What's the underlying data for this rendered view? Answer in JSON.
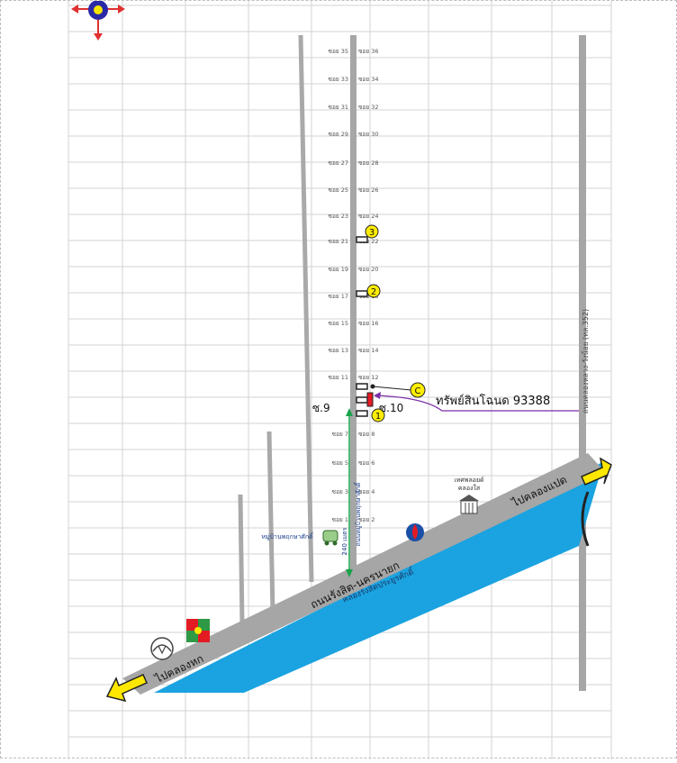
{
  "map": {
    "property_label": "ทรัพย์สินโฉนด 93388",
    "marker_c": "C",
    "markers": [
      "1",
      "2",
      "3"
    ],
    "soi_main_left": "ซ.9",
    "soi_main_right": "ซ.10",
    "main_road": "ถนนรังสิต-นครนายก",
    "canal": "คลองรังสิตประยูรศักดิ์",
    "to_left": "ไปคลองหก",
    "to_right": "ไปคลองแปด",
    "right_road": "ถนนคลองหลวง-วังน้อย (ทล.352)",
    "distance": "240 เมตร",
    "soi_road_name": "ถนนหมู่บ้านพฤกษาศักดิ์",
    "village": "หมู่บ้านพฤกษาศักดิ์",
    "market": "เทศพลอยด์ คลองใส",
    "soi_left": [
      "ซอย 1",
      "ซอย 3",
      "ซอย 5",
      "ซอย 7",
      "ซอย 11",
      "ซอย 13",
      "ซอย 15",
      "ซอย 17",
      "ซอย 19",
      "ซอย 21",
      "ซอย 23",
      "ซอย 25",
      "ซอย 27",
      "ซอย 29",
      "ซอย 31",
      "ซอย 33",
      "ซอย 35"
    ],
    "soi_right": [
      "ซอย 2",
      "ซอย 4",
      "ซอย 6",
      "ซอย 8",
      "ซอย 12",
      "ซอย 14",
      "ซอย 16",
      "ซอย 18",
      "ซอย 20",
      "ซอย 22",
      "ซอย 24",
      "ซอย 26",
      "ซอย 28",
      "ซอย 30",
      "ซอย 32",
      "ซอย 34",
      "ซอย 36"
    ],
    "colors": {
      "canal": "#1aa3e0",
      "road": "#a6a6a6",
      "arrow": "#ffe800",
      "route": "#7b2fa8",
      "distance": "#19a34b",
      "marker": "#ffee00",
      "property": "#e31b23"
    }
  }
}
